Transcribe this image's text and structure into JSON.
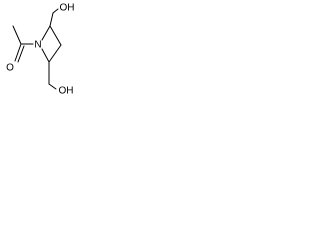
{
  "structure": {
    "atoms": {
      "top_substituent": "OH",
      "bottom_substituent": "OH",
      "ring_nitrogen": "N",
      "carbonyl_oxygen": "O"
    },
    "colors": {
      "bond": "#000000",
      "label": "#000000",
      "background": "#ffffff"
    }
  }
}
